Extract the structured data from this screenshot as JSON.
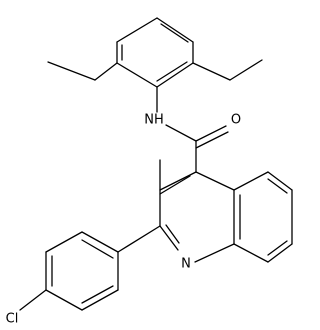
{
  "structure": {
    "atom_labels": {
      "nh": "NH",
      "oxygen": "O",
      "nitrogen": "N",
      "chlorine": "Cl"
    }
  }
}
